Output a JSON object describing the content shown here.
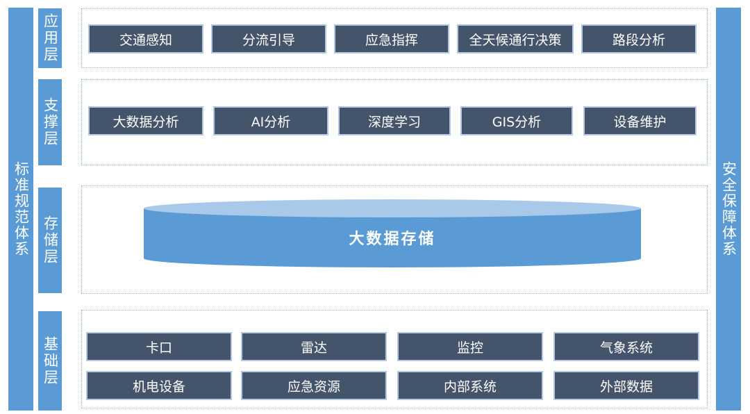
{
  "left_pillar": "标准规范体系",
  "right_pillar": "安全保障体系",
  "layers": {
    "application": {
      "label": "应用层",
      "items": [
        "交通感知",
        "分流引导",
        "应急指挥",
        "全天候通行决策",
        "路段分析"
      ]
    },
    "support": {
      "label": "支撑层",
      "items": [
        "大数据分析",
        "AI分析",
        "深度学习",
        "GIS分析",
        "设备维护"
      ]
    },
    "storage": {
      "label": "存储层",
      "cylinder": "大数据存储"
    },
    "foundation": {
      "label": "基础层",
      "items": [
        "卡口",
        "雷达",
        "监控",
        "气象系统",
        "机电设备",
        "应急资源",
        "内部系统",
        "外部数据"
      ]
    }
  },
  "colors": {
    "accent": "#5b9bd5",
    "box_fill": "#44546a",
    "box_border": "#b4c7e7",
    "cylinder_top": "#a9c9ea"
  }
}
